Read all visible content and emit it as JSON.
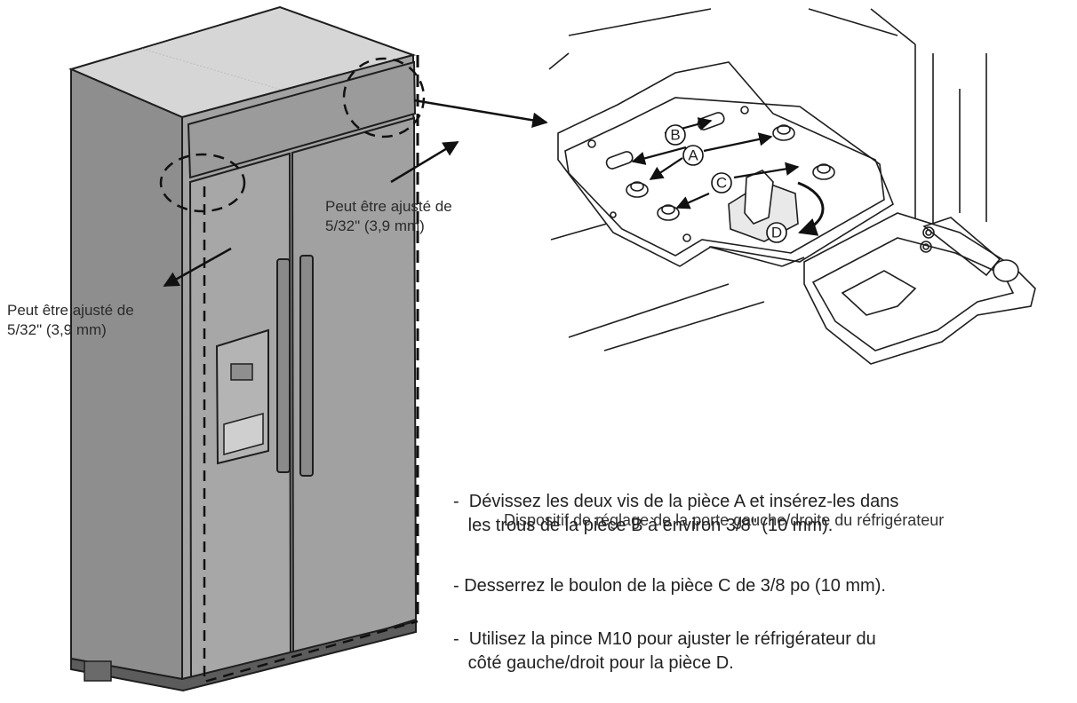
{
  "labels": {
    "right_adjust_line1": "Peut être ajusté de",
    "right_adjust_line2": "5/32\" (3,9 mm)",
    "left_adjust_line1": "Peut être ajusté de",
    "left_adjust_line2": "5/32\" (3,9 mm)"
  },
  "detail": {
    "caption": "Dispositif de réglage de la porte gauche/droite du réfrigérateur",
    "part_letters": [
      "A",
      "B",
      "C",
      "D"
    ]
  },
  "instructions": {
    "step1_line1": "-  Dévissez les deux vis de la pièce A et insérez-les dans",
    "step1_line2": "   les trous de la pièce B à environ 3/8\" (10 mm).",
    "step2": "- Desserrez le boulon de la pièce C de 3/8 po (10 mm).",
    "step3_line1": "-  Utilisez la pince M10 pour ajuster le réfrigérateur du",
    "step3_line2": "   côté gauche/droit pour la pièce D."
  },
  "colors": {
    "stainless": "#9a9a9a",
    "stainless_dark": "#6f6f6f",
    "outline": "#1e1e1e"
  }
}
